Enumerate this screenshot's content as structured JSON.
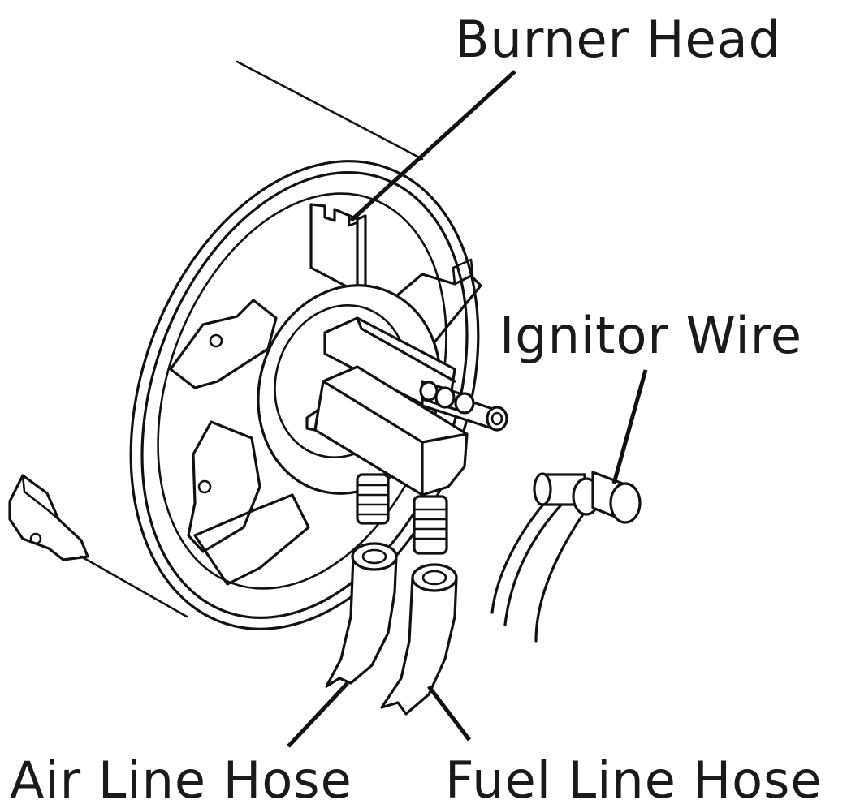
{
  "labels": {
    "burner_head": "Burner Head",
    "ignitor_wire": "Ignitor Wire",
    "air_line_hose": "Air Line Hose",
    "fuel_line_hose": "Fuel Line Hose"
  },
  "colors": {
    "ink": "#111111",
    "text": "#1a1a1a",
    "background": "#ffffff"
  }
}
